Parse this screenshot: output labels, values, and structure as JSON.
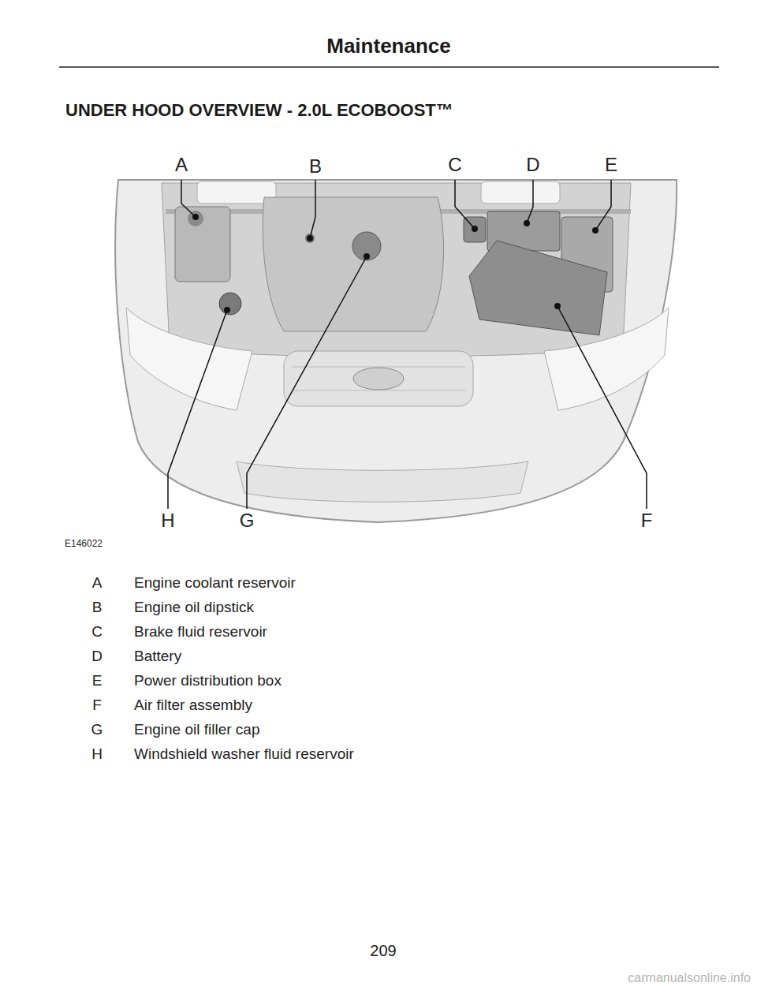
{
  "diagram": {
    "title": "UNDER HOOD OVERVIEW - 2.0L ECOBOOST™",
    "labels": [
      "Maintenance",
      "A",
      "B",
      "C",
      "D",
      "E",
      "H",
      "G",
      "F",
      "E146022",
      "A",
      "Engine coolant reservoir",
      "B",
      "Engine oil dipstick",
      "C",
      "Brake fluid reservoir",
      "D",
      "Battery",
      "E",
      "Power distribution box",
      "F",
      "Air filter assembly",
      "G",
      "Engine oil filler cap",
      "H",
      "Windshield washer fluid reservoir",
      "209",
      "carmanualsonline.info"
    ]
  }
}
